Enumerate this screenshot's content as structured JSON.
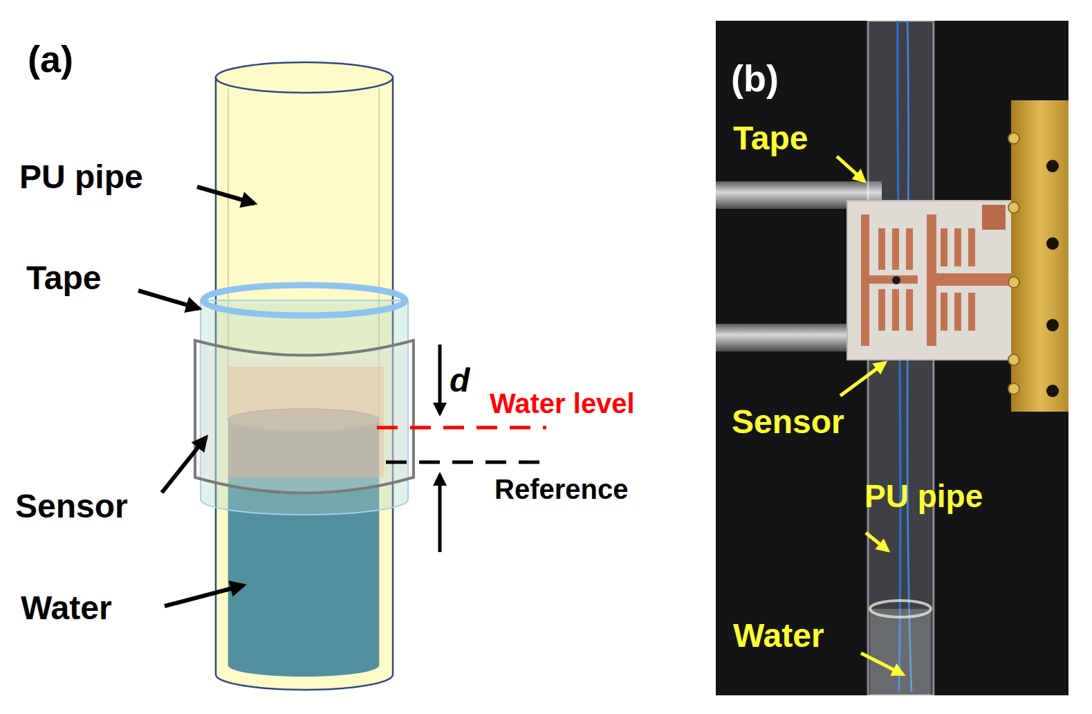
{
  "diagram": {
    "labels": [
      "(a)",
      "PU pipe",
      "Tape",
      "Sensor",
      "Water",
      "d",
      "Water level",
      "Reference",
      "(b)",
      "Tape",
      "Sensor",
      "PU pipe",
      "Water"
    ]
  }
}
